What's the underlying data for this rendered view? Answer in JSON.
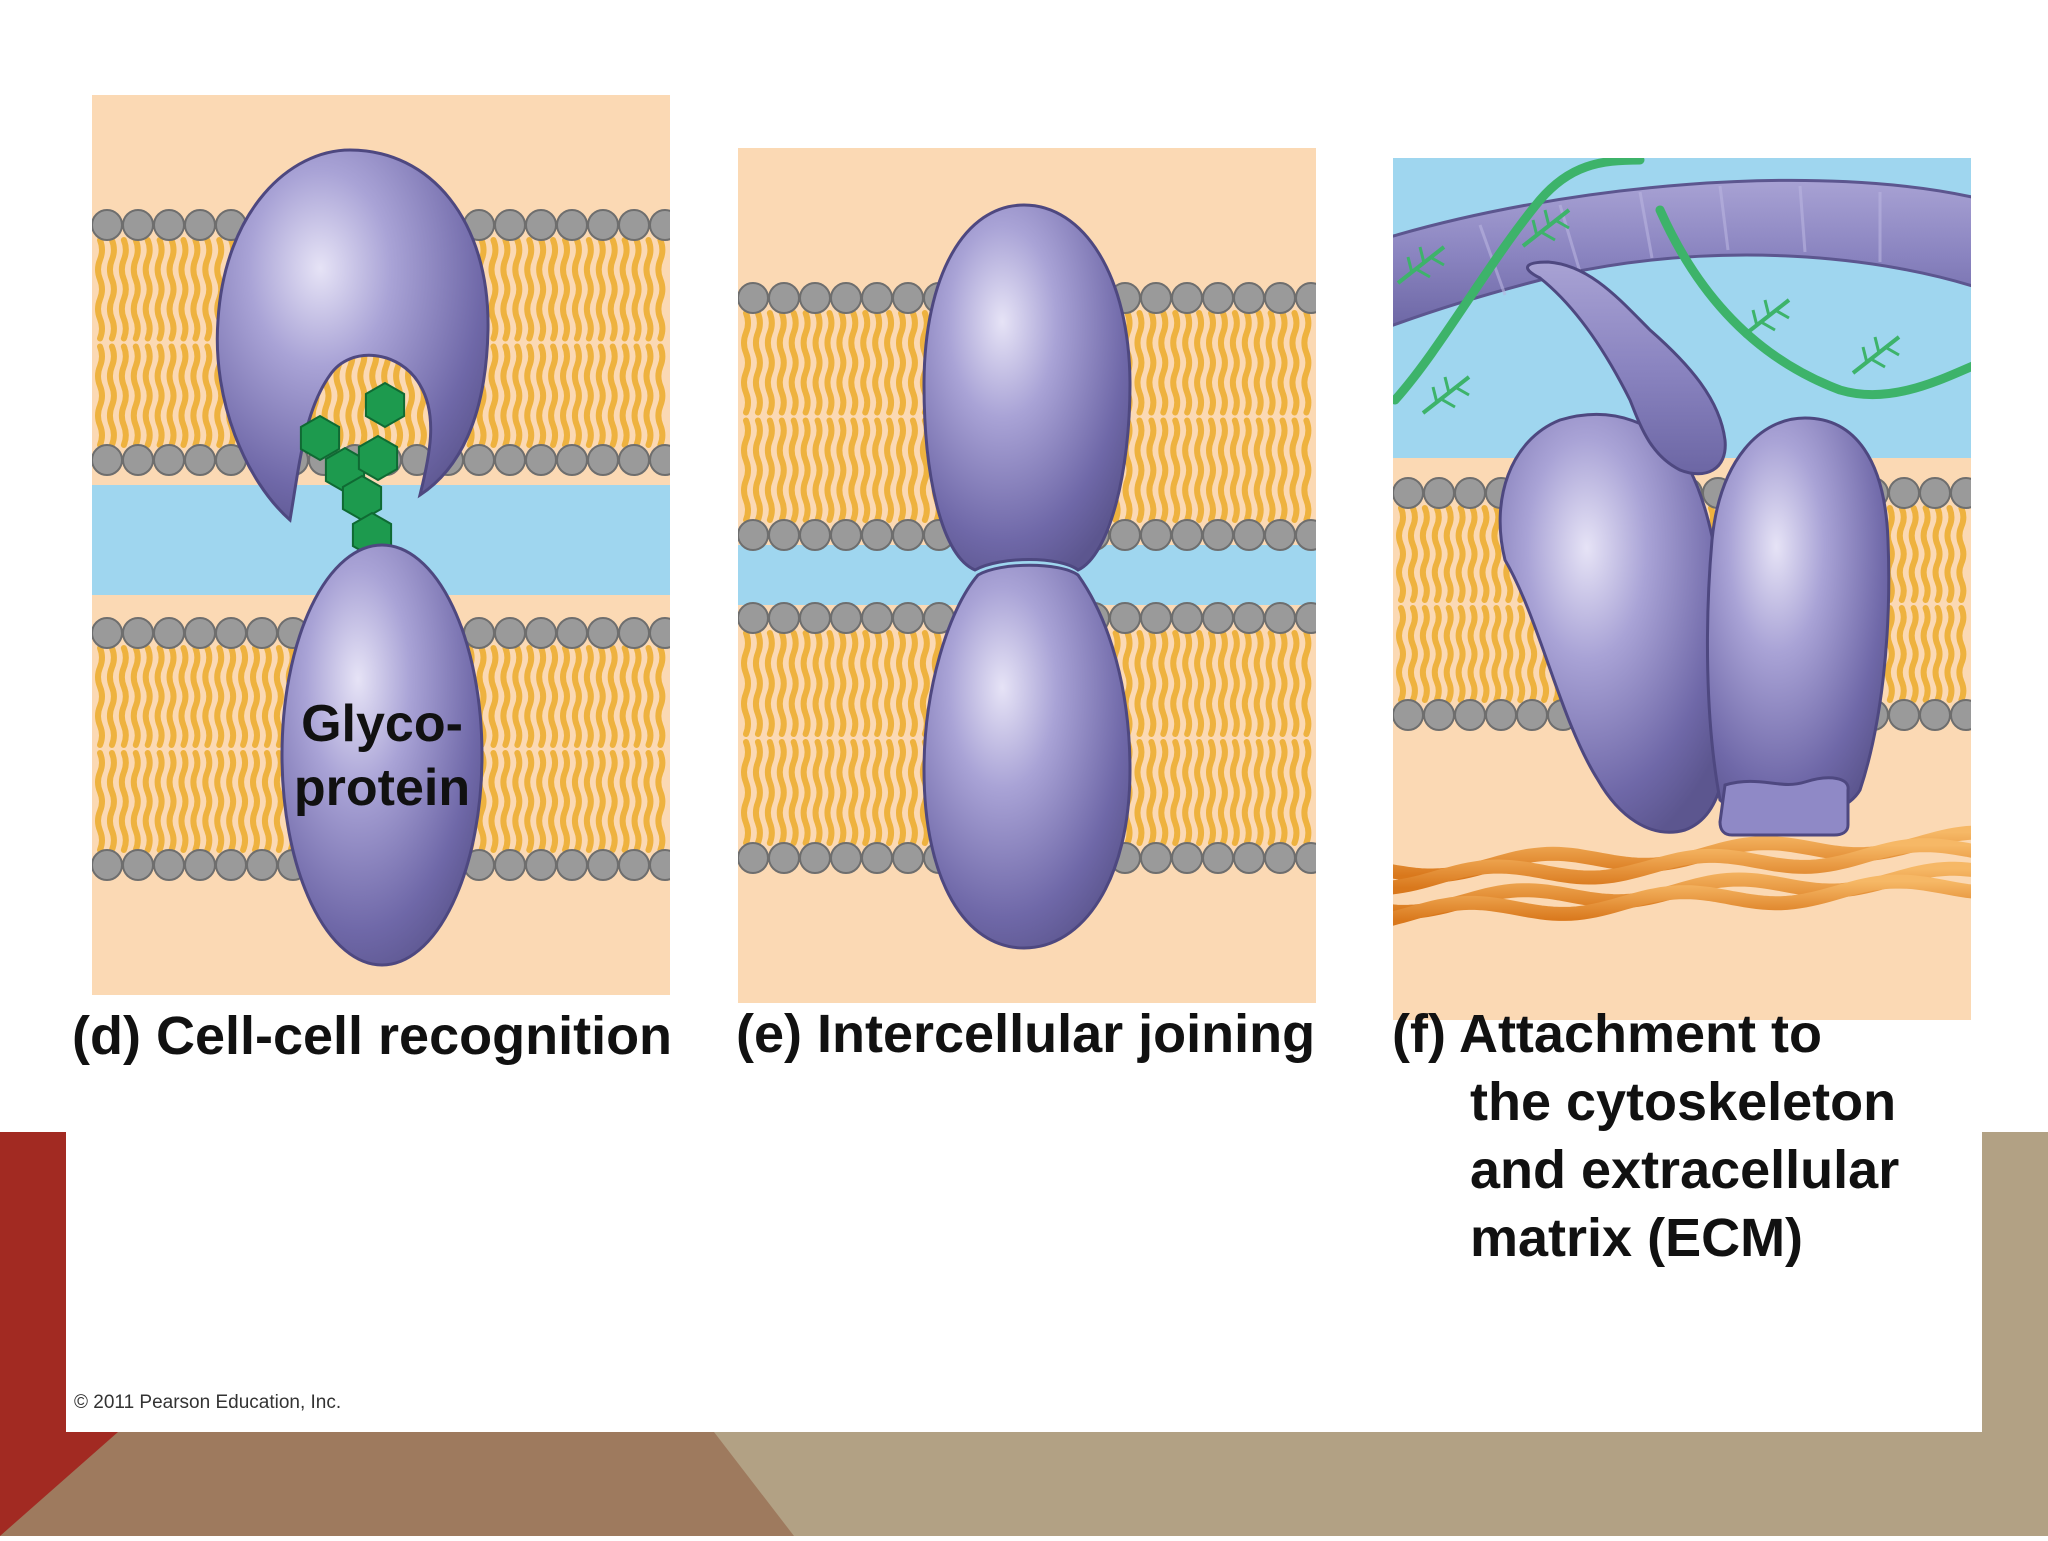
{
  "colors": {
    "slide_bg": "#ffffff",
    "footer_red": "#a22a22",
    "footer_brown": "#9e7a5e",
    "footer_tan": "#b2a184",
    "panel_bg": "#fbd9b4",
    "water": "#9fd6ef",
    "phospholipid_head": "#9a9a9a",
    "phospholipid_tail": "#eeb23f",
    "protein": "#8a84c0",
    "carbohydrate": "#1d9a4e",
    "microfilament": "#ef9a3a",
    "fiber": "#3db36a"
  },
  "panels": [
    {
      "id": "d",
      "caption": "(d) Cell-cell recognition",
      "protein_label": [
        "Glyco-",
        "protein"
      ]
    },
    {
      "id": "e",
      "caption": "(e) Intercellular joining"
    },
    {
      "id": "f",
      "caption_lines": [
        "(f) Attachment to",
        "the cytoskeleton",
        "and extracellular",
        "matrix (ECM)"
      ]
    }
  ],
  "copyright": "© 2011 Pearson Education, Inc."
}
